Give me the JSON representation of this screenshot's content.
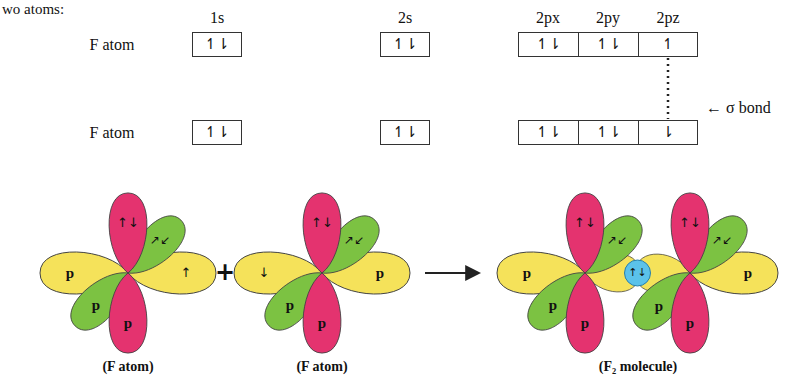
{
  "diagram": {
    "nodes": [
      {
        "text": [
          "↿⇂"
        ]
      },
      {
        "text": [
          "↿⇂"
        ]
      },
      {
        "text": [
          "↿⇂"
        ]
      },
      {
        "text": [
          "↿⇂"
        ]
      },
      {
        "text": [
          "↿"
        ]
      },
      {
        "text": [
          "↿⇂"
        ]
      },
      {
        "text": [
          "↿⇂"
        ]
      },
      {
        "text": [
          "↿⇂"
        ]
      },
      {
        "text": [
          "↿⇂"
        ]
      },
      {
        "text": [
          "⇂"
        ]
      }
    ],
    "edges": [
      {
        "from": 4,
        "to": 9,
        "arrow": "none"
      }
    ],
    "labels": [
      "wo atoms:",
      "1s",
      "2s",
      "2px",
      "2py",
      "2pz",
      "F atom",
      "F atom",
      "← σ bond",
      "↑↓",
      "↗↙",
      "p",
      "↑",
      "p",
      "p",
      "+",
      "↑↓",
      "↗↙",
      "↓",
      "p",
      "p",
      "p",
      "p",
      "↑↓",
      "↗↙",
      "p",
      "p",
      "↑↓",
      "↑↓",
      "↗↙",
      "p",
      "p",
      "p",
      "(F atom)",
      "(F atom)",
      "(F₂ molecule)"
    ]
  }
}
